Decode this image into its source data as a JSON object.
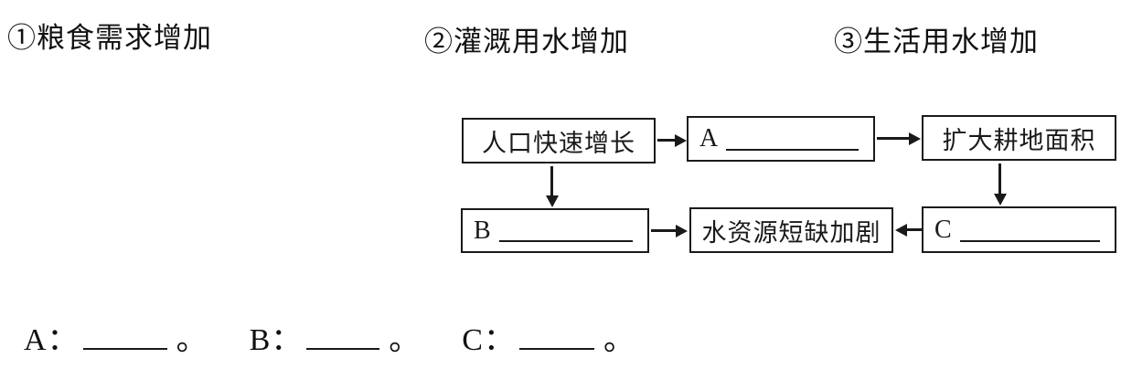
{
  "page": {
    "background": "#ffffff",
    "ink": "#1a1a1a"
  },
  "options": [
    {
      "label": "①粮食需求增加"
    },
    {
      "label": "②灌溉用水增加"
    },
    {
      "label": "③生活用水增加"
    }
  ],
  "flowchart": {
    "population_box": "人口快速增长",
    "box_a_label": "A",
    "expand_box": "扩大耕地面积",
    "box_b_label": "B",
    "shortage_box": "水资源短缺加剧",
    "box_c_label": "C"
  },
  "answer_line": {
    "a_label": "A：",
    "b_label": "B：",
    "c_label": "C：",
    "separator": "。"
  }
}
